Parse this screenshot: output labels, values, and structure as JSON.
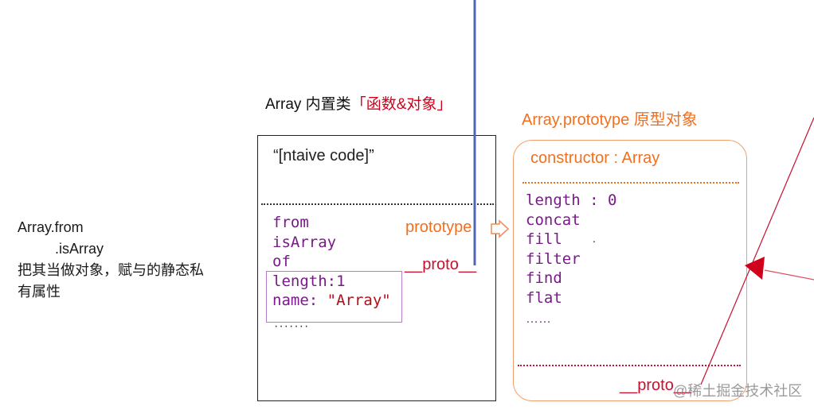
{
  "left_note": {
    "line1": "Array.from",
    "line2": ".isArray",
    "line3": "把其当做对象，赋与的静态私",
    "line4": "有属性"
  },
  "array_constructor": {
    "title_prefix": "Array 内置类",
    "title_highlight": "「函数&对象」",
    "body_text": "“[ntaive code]”",
    "static_members": [
      "from",
      "isArray",
      "of"
    ],
    "highlighted_members": {
      "length": "length:1",
      "name_key": "name: ",
      "name_value": "\"Array\""
    },
    "more": "·······"
  },
  "links": {
    "prototype_label": "prototype",
    "proto_label": "__proto__",
    "proto_label_bottom": "__proto__",
    "arrow_icon": "hollow-right-arrow"
  },
  "array_prototype": {
    "title": "Array.prototype 原型对象",
    "constructor_label": "constructor : Array",
    "members": [
      "length : 0",
      "concat",
      "fill",
      "filter",
      "find",
      "flat"
    ],
    "more": "……",
    "stray_dot": "."
  },
  "watermark": "@稀土掘金技术社区",
  "colors": {
    "orange": "#f07020",
    "red": "#c8102e",
    "purple": "#7a1a8a",
    "blue_line": "#5064b8",
    "arrow_red": "#d0021b"
  }
}
